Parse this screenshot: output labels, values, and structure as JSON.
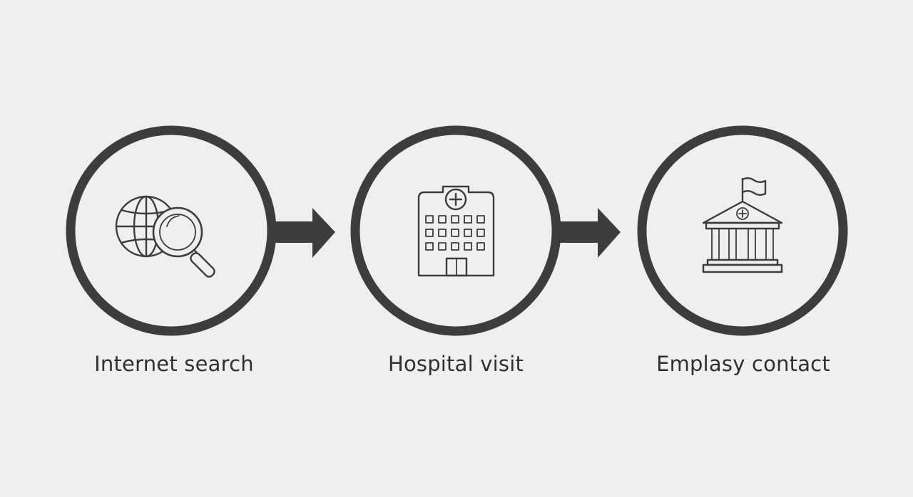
{
  "steps": [
    {
      "label": "Internet search",
      "icon": "globe-search-icon"
    },
    {
      "label": "Hospital visit",
      "icon": "hospital-building-icon"
    },
    {
      "label": "Emplasy contact",
      "icon": "embassy-building-icon"
    }
  ],
  "colors": {
    "background": "#efefef",
    "stroke": "#3b3d3f",
    "text": "#2e3033"
  }
}
